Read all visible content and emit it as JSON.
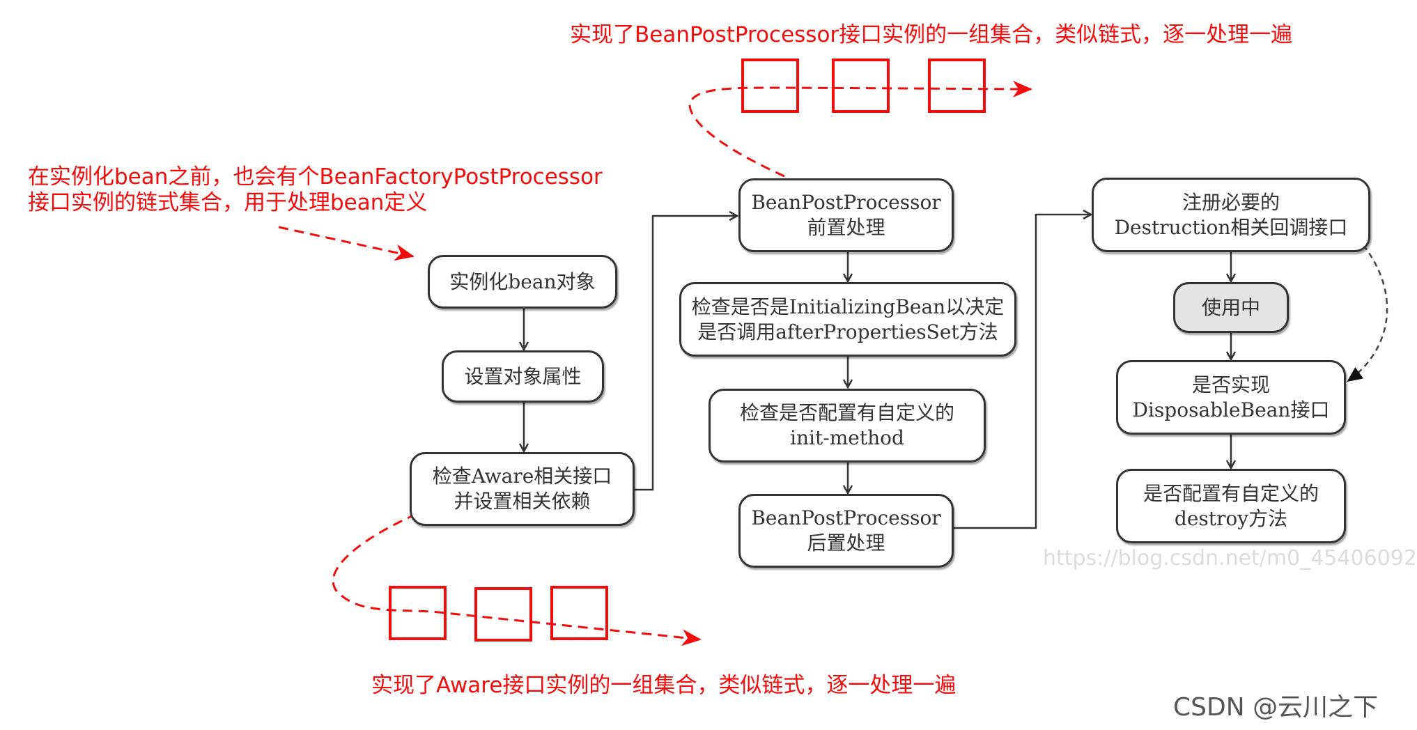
{
  "colors": {
    "accent": "#f20d0d",
    "box_border": "#333333",
    "grey_fill": "#e4e4e4"
  },
  "nodes": {
    "instantiate": {
      "lines": [
        "实例化bean对象"
      ]
    },
    "set_props": {
      "lines": [
        "设置对象属性"
      ]
    },
    "aware": {
      "lines": [
        "检查Aware相关接口",
        "并设置相关依赖"
      ]
    },
    "bpp_before": {
      "lines": [
        "BeanPostProcessor",
        "前置处理"
      ]
    },
    "initializing": {
      "lines": [
        "检查是否是InitializingBean以决定",
        "是否调用afterPropertiesSet方法"
      ]
    },
    "init_method": {
      "lines": [
        "检查是否配置有自定义的",
        "init-method"
      ]
    },
    "bpp_after": {
      "lines": [
        "BeanPostProcessor",
        "后置处理"
      ]
    },
    "destruction": {
      "lines": [
        "注册必要的",
        "Destruction相关回调接口"
      ]
    },
    "in_use": {
      "lines": [
        "使用中"
      ]
    },
    "disposable": {
      "lines": [
        "是否实现",
        "DisposableBean接口"
      ]
    },
    "destroy": {
      "lines": [
        "是否配置有自定义的",
        "destroy方法"
      ]
    }
  },
  "annotations": {
    "top": "实现了BeanPostProcessor接口实例的一组集合，类似链式，逐一处理一遍",
    "left": [
      "在实例化bean之前，也会有个BeanFactoryPostProcessor",
      "接口实例的链式集合，用于处理bean定义"
    ],
    "bottom": "实现了Aware接口实例的一组集合，类似链式，逐一处理一遍"
  },
  "watermarks": {
    "url": "https://blog.csdn.net/m0_45406092",
    "brand": "CSDN @云川之下"
  }
}
